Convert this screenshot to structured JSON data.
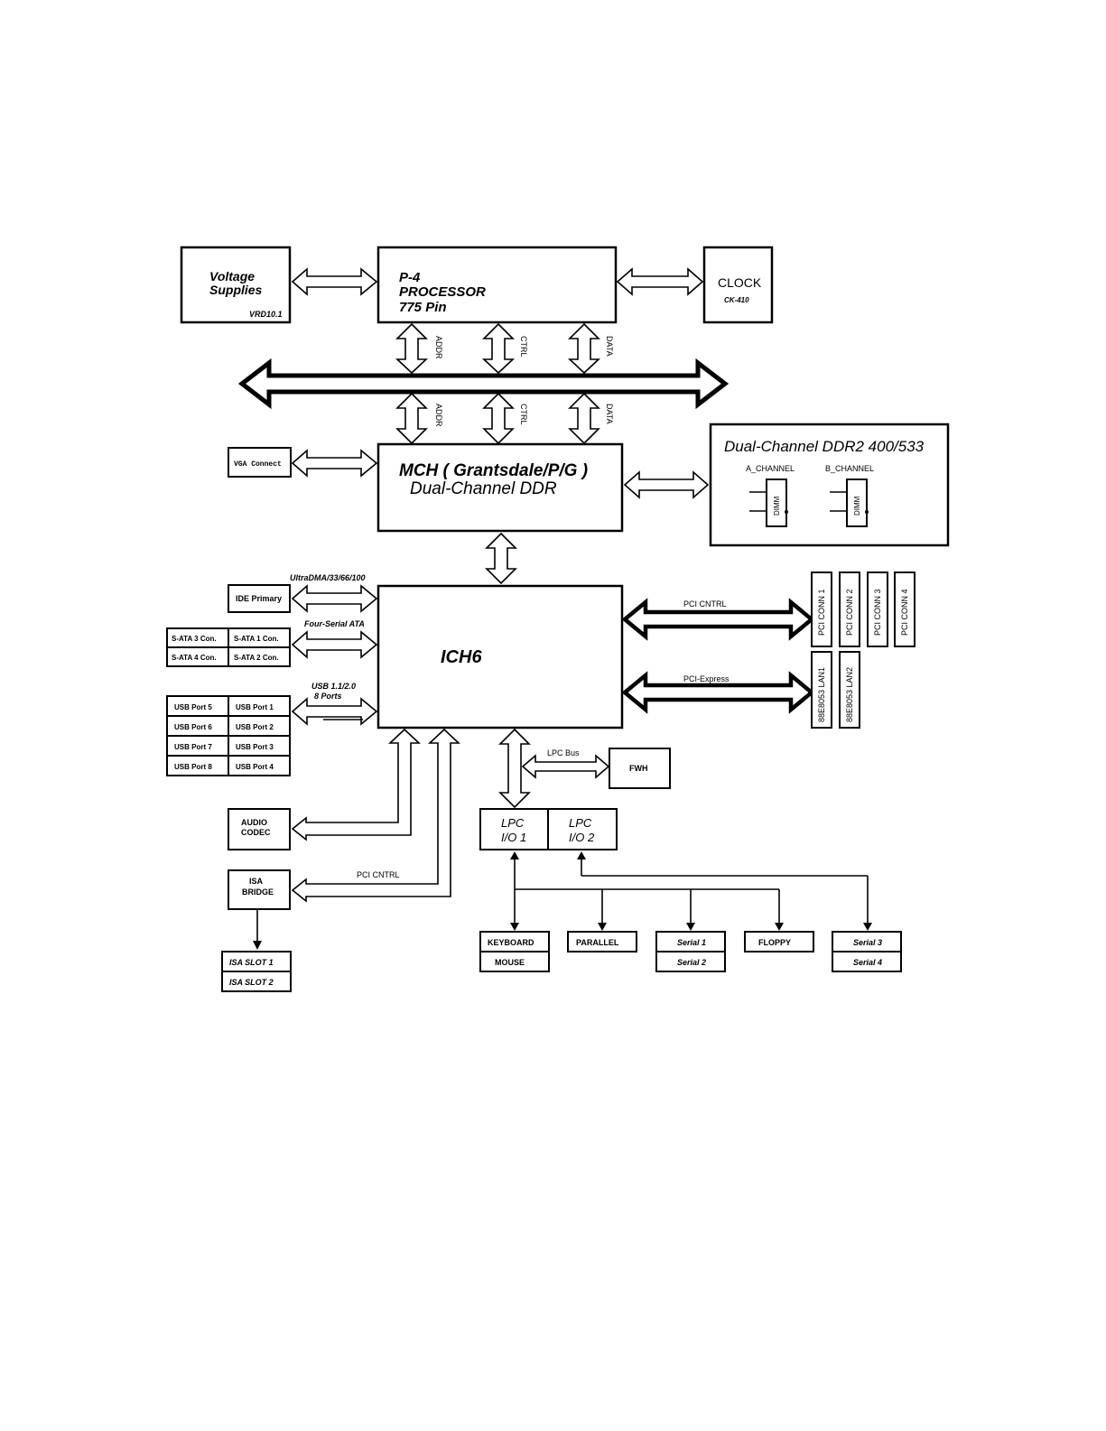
{
  "processor": {
    "l1": "P-4",
    "l2": "PROCESSOR",
    "l3": "775 Pin"
  },
  "voltage": {
    "l1": "Voltage",
    "l2": "Supplies",
    "model": "VRD10.1"
  },
  "clock": {
    "label": "CLOCK",
    "model": "CK-410"
  },
  "bus_labels": {
    "addr": "ADDR",
    "ctrl": "CTRL",
    "data": "DATA"
  },
  "vga": {
    "label": "VGA Connect"
  },
  "mch": {
    "l1": "MCH ( Grantsdale/P/G )",
    "l2": "Dual-Channel DDR"
  },
  "memory": {
    "title": "Dual-Channel DDR2 400/533",
    "channel_a": "A_CHANNEL",
    "channel_b": "B_CHANNEL",
    "dimm": "DIMM"
  },
  "ich": {
    "label": "ICH6"
  },
  "ide": {
    "bus": "UltraDMA/33/66/100",
    "label": "IDE Primary"
  },
  "sata": {
    "bus": "Four-Serial ATA",
    "ports": [
      "S-ATA 3 Con.",
      "S-ATA 1 Con.",
      "S-ATA 4 Con.",
      "S-ATA 2 Con."
    ]
  },
  "usb": {
    "bus_l1": "USB 1.1/2.0",
    "bus_l2": "8 Ports",
    "ports": [
      "USB Port 5",
      "USB Port 1",
      "USB Port 6",
      "USB Port 2",
      "USB Port 7",
      "USB Port 3",
      "USB Port 8",
      "USB Port 4"
    ]
  },
  "pci": {
    "bus": "PCI CNTRL",
    "slots": [
      "PCI CONN 1",
      "PCI CONN 2",
      "PCI CONN 3",
      "PCI CONN 4"
    ]
  },
  "pcie": {
    "bus": "PCI-Express",
    "lans": [
      "88E8053 LAN1",
      "88E8053 LAN2"
    ]
  },
  "lpc_bus": {
    "label": "LPC Bus"
  },
  "fwh": {
    "label": "FWH"
  },
  "lpc_io1": {
    "l1": "LPC",
    "l2": "I/O 1"
  },
  "lpc_io2": {
    "l1": "LPC",
    "l2": "I/O 2"
  },
  "audio": {
    "l1": "AUDIO",
    "l2": "CODEC"
  },
  "isa": {
    "l1": "ISA",
    "l2": "BRIDGE",
    "bus": "PCI CNTRL",
    "slots": [
      "ISA SLOT 1",
      "ISA SLOT 2"
    ]
  },
  "peripherals": {
    "keyboard": "KEYBOARD",
    "mouse": "MOUSE",
    "parallel": "PARALLEL",
    "serial1": "Serial 1",
    "serial2": "Serial 2",
    "floppy": "FLOPPY",
    "serial3": "Serial 3",
    "serial4": "Serial 4"
  }
}
